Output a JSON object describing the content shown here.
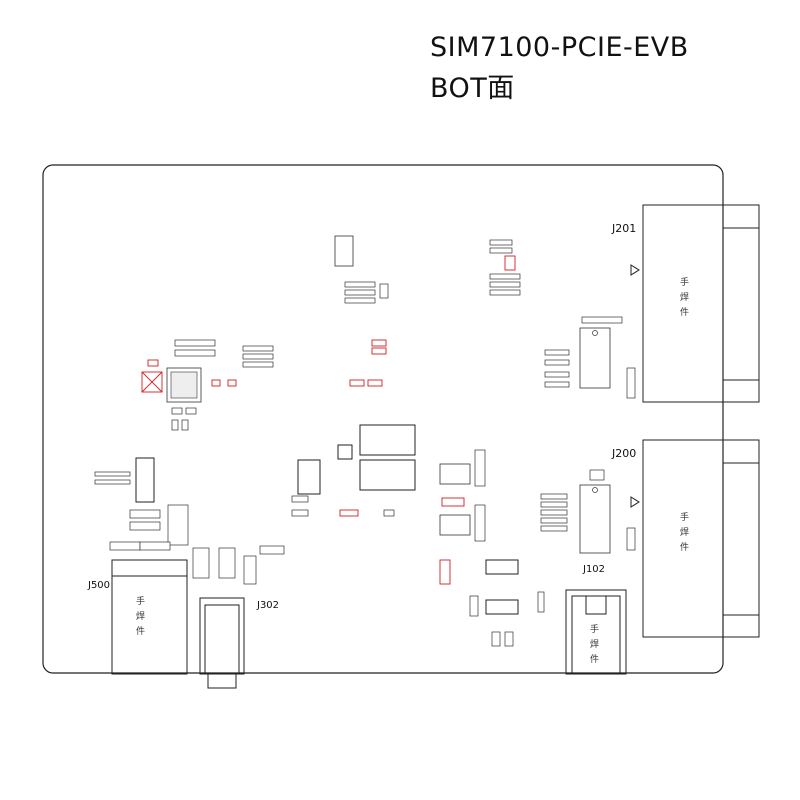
{
  "header": {
    "title": "SIM7100-PCIE-EVB",
    "subtitle": "BOT面"
  },
  "connectors": {
    "j201": "J201",
    "j200": "J200",
    "j500": "J500",
    "j302": "J302",
    "j102": "J102"
  },
  "hand_solder_label": "手\n焊\n件",
  "colors": {
    "outline": "#222222",
    "highlight": "#d02020"
  }
}
